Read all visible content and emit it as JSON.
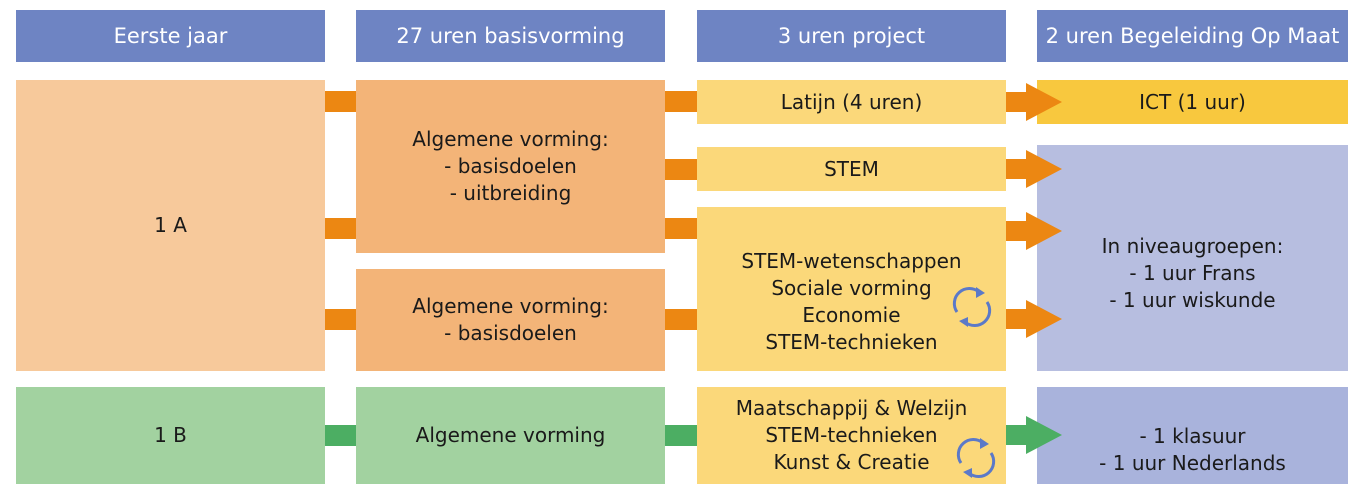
{
  "headers": [
    "Eerste jaar",
    "27 uren basisvorming",
    "3 uren project",
    "2 uren Begeleiding Op Maat"
  ],
  "groups": {
    "a": "1 A",
    "b": "1 B"
  },
  "basis": {
    "a_ext": [
      "Algemene vorming:",
      "- basisdoelen",
      "- uitbreiding"
    ],
    "a_basic": [
      "Algemene vorming:",
      "- basisdoelen"
    ],
    "b": "Algemene vorming"
  },
  "project": {
    "latijn": "Latijn (4 uren)",
    "stem": "STEM",
    "rotation_a": [
      "STEM-wetenschappen",
      "Sociale vorming",
      "Economie",
      "STEM-technieken"
    ],
    "rotation_b": [
      "Maatschappij & Welzijn",
      "STEM-technieken",
      "Kunst & Creatie"
    ]
  },
  "bom": {
    "ict": "ICT (1 uur)",
    "niveau": [
      "In niveaugroepen:",
      "- 1 uur Frans",
      "- 1 uur wiskunde"
    ],
    "b": [
      "- 1 klasuur",
      "- 1 uur Nederlands"
    ]
  },
  "colors": {
    "header": "#6e84c3",
    "peach": "#f7c99b",
    "orange_box": "#f3b478",
    "orange_arrow": "#ec8712",
    "yellow": "#fbd87a",
    "gold": "#f8c83e",
    "lavender": "#b7bee0",
    "lavender_dark": "#a9b3dc",
    "green": "#a2d2a0",
    "green_arrow": "#4cae63",
    "cycle_icon": "#5b79c8"
  }
}
